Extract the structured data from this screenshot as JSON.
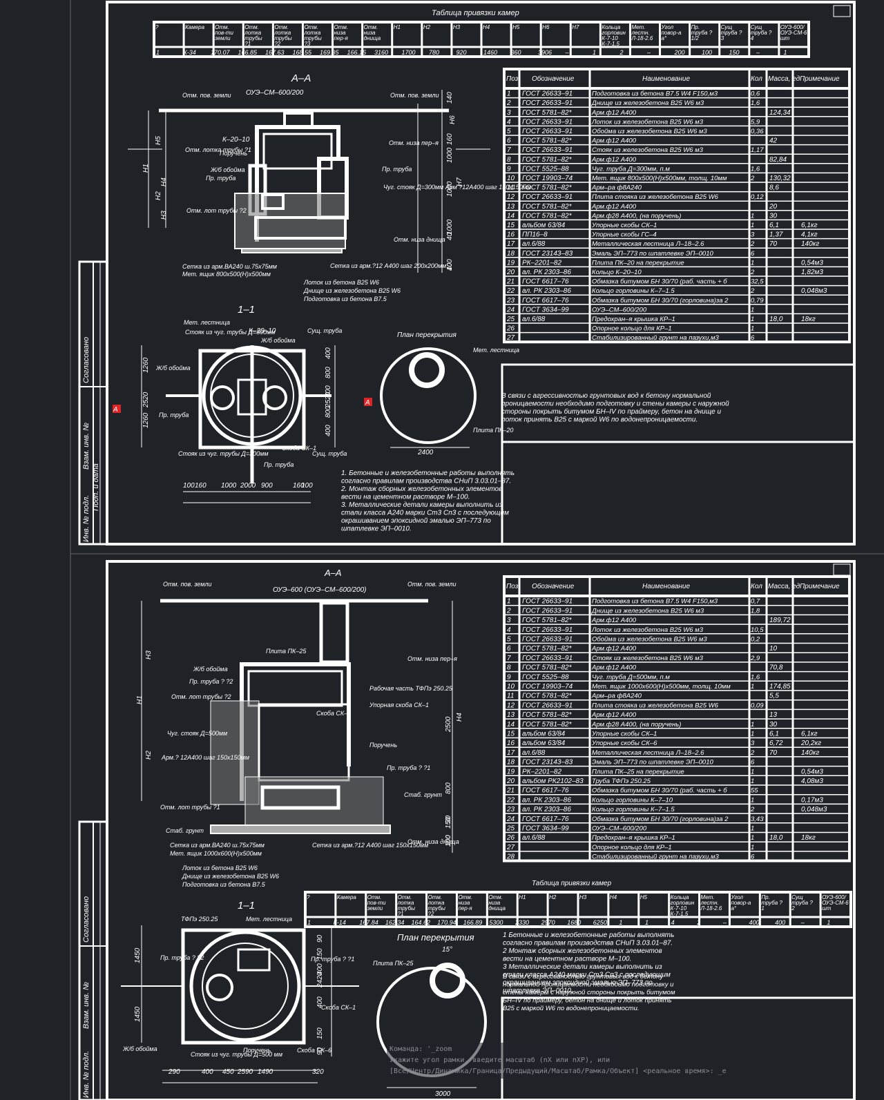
{
  "sheet1": {
    "binding_table": {
      "title": "Таблица привязки камер",
      "headers": [
        "?",
        "Камера",
        "Отм. пов-ти земли",
        "Отм. лотка трубы ?1",
        "Отм. лотка трубы ?2",
        "Отм. лотка трубы ?3",
        "Отм. низа пер-я",
        "Отм. низа днища",
        "H1",
        "H2",
        "H3",
        "H4",
        "H5",
        "H6",
        "H7",
        "Кольца горловины К-7-10 К-7-1.5",
        "Мет. лестн. Л-18-2.6",
        "Угол повор-а а°",
        "Пр. труба ? 1/2",
        "Сущ труба ? 3",
        "Сущ труба ? 4",
        "ОУЭ-600/ ОУЭ-СМ-600/200, шт"
      ],
      "row": [
        "1",
        "К-34",
        "170.07",
        "166.85",
        "167.63",
        "168.55",
        "169.35",
        "166.15",
        "3160",
        "1700",
        "780",
        "920",
        "1460",
        "360",
        "3906",
        "–",
        "1",
        "2",
        "–",
        "200",
        "100",
        "150",
        "–",
        "1"
      ]
    },
    "section_aa": "А–А",
    "section_11": "1–1",
    "plan_title": "План перекрытия",
    "labels": {
      "oue": "ОУЭ–СМ–600/200",
      "otm_pov_zemli": "Отм. пов. земли",
      "k2010": "К–20–10",
      "otm_lotka_truby1": "Отм. лотка трубы ?1",
      "otm_lotka_truby2": "Отм. лот трубы ?2",
      "poruchen": "Поручень",
      "zhb_oboima": "Ж/б обойма",
      "pr_truba": "Пр. труба",
      "pr_truba_q": "? ?2",
      "chug_stoyak": "Чуг. стояк Д=300мм Арм ?12А400 шаг 150х150мм",
      "otm_niza_perekr": "Отм. низа пер–я",
      "otm_niza_dnishcha": "Отм. низа днища",
      "setka1": "Сетка из арм.ВА240 ш.75х75мм",
      "met_yashchik": "Мет. ящик 800х500(Н)х500мм",
      "setka2": "Сетка из арм.?12 А400 шаг 200х200мм",
      "lotok": "Лоток из бетона В25 W6",
      "dnishche": "Днище из железобетона В25 W6",
      "podgotovka": "Подготовка из бетона В7.5",
      "met_lestnica": "Мет. лестница",
      "stoyak_chug": "Стояк из чуг. трубы Д=300мм",
      "sushch_truba": "Сущ. труба",
      "skoba": "Скоба СК–1",
      "plita": "Плита ПК–20",
      "h_labels": [
        "H1",
        "H2",
        "H3",
        "H4",
        "H5",
        "H6",
        "H7"
      ],
      "dims_bottom": [
        "100",
        "1000",
        "900",
        "100",
        "160",
        "2000",
        "160"
      ],
      "dims_side": [
        "1260",
        "2520",
        "1260"
      ],
      "dims_right": [
        "140",
        "160",
        "1000",
        "1000",
        "1000",
        "40",
        "40",
        "100"
      ],
      "dims_plan": [
        "2400"
      ],
      "dims_right_11": [
        "400",
        "800",
        "400",
        "800",
        "400",
        "2520"
      ]
    },
    "spec": {
      "headers": [
        "Поз",
        "Обозначение",
        "Наименование",
        "Кол",
        "Масса, ед. кг",
        "Примечание"
      ],
      "rows": [
        [
          "1",
          "ГОСТ 26633–91",
          "Подготовка из бетона В7.5 W4 F150,м3",
          "0,6",
          "",
          ""
        ],
        [
          "2",
          "ГОСТ 26633–91",
          "Днище из железобетона В25 W6 м3",
          "1,6",
          "",
          ""
        ],
        [
          "3",
          "ГОСТ 5781–82*",
          "Арм.ф12 А400",
          "",
          "124,34",
          ""
        ],
        [
          "4",
          "ГОСТ 26633–91",
          "Лоток из железобетона В25 W6 м3",
          "5,9",
          "",
          ""
        ],
        [
          "5",
          "ГОСТ 26633–91",
          "Обойма из железобетона В25 W6 м3",
          "0,36",
          "",
          ""
        ],
        [
          "6",
          "ГОСТ 5781–82*",
          "Арм.ф12 А400",
          "",
          "42",
          ""
        ],
        [
          "7",
          "ГОСТ 26633–91",
          "Стояк из железобетона В25 W6 м3",
          "1,17",
          "",
          ""
        ],
        [
          "8",
          "ГОСТ 5781–82*",
          "Арм.ф12 А400",
          "",
          "82,84",
          ""
        ],
        [
          "9",
          "ГОСТ 5525–88",
          "Чуг. труба Д=300мм, п.м",
          "1,6",
          "",
          ""
        ],
        [
          "10",
          "ГОСТ 19903–74",
          "Мет. ящик 800х500(Н)х500мм, толщ. 10мм",
          "2",
          "130,32",
          ""
        ],
        [
          "11",
          "ГОСТ 5781–82*",
          "Арм–ра ф8А240",
          "",
          "8,6",
          ""
        ],
        [
          "12",
          "ГОСТ 26633–91",
          "Плита стояка из железобетона В25 W6",
          "0,12",
          "",
          ""
        ],
        [
          "13",
          "ГОСТ 5781–82*",
          "Арм.ф12 А400",
          "",
          "20",
          ""
        ],
        [
          "14",
          "ГОСТ 5781–82*",
          "Арм.ф28 А400, (на поручень)",
          "1",
          "30",
          ""
        ],
        [
          "15",
          "альбом 63/84",
          "Упорные скобы СК–1",
          "1",
          "6,1",
          "6,1кг"
        ],
        [
          "16",
          "ПП16–8",
          "Упорные скобы ГС–4",
          "3",
          "1,37",
          "4,1кг"
        ],
        [
          "17",
          "ал.6/88",
          "Металлическая лестница Л–18–2.6",
          "2",
          "70",
          "140кг"
        ],
        [
          "18",
          "ГОСТ 23143–83",
          "Эмаль ЭП–773 по шпатлевке ЭП–0010",
          "6",
          "",
          ""
        ],
        [
          "19",
          "РК–2201–82",
          "Плита ПК–20 на перекрытие",
          "1",
          "",
          "0,54м3"
        ],
        [
          "20",
          "ал. РК 2303–86",
          "Кольцо К–20–10",
          "2",
          "",
          "1,82м3"
        ],
        [
          "21",
          "ГОСТ 6617–76",
          "Обмазка битумом БН 30/70 (раб. часть + берма)за 2 разa, м",
          "32,5",
          "",
          ""
        ],
        [
          "22",
          "ал. РК 2303–86",
          "Кольцо горловины К–7–1.5",
          "2",
          "",
          "0,048м3"
        ],
        [
          "23",
          "ГОСТ 6617–76",
          "Обмазка битумом БН 30/70 (горловина)за 2 раза, м",
          "0,79",
          "",
          ""
        ],
        [
          "24",
          "ГОСТ 3634–99",
          "ОУЭ–СМ–600/200",
          "1",
          "",
          ""
        ],
        [
          "25",
          "ал.6/88",
          "Предохран–я крышка КР–1",
          "1",
          "18,0",
          "18кг"
        ],
        [
          "26",
          "",
          "Опорное кольцо для КР–1",
          "1",
          "",
          ""
        ],
        [
          "27",
          "",
          "Стабилизированный грунт на пазухи,м3",
          "6",
          "",
          ""
        ]
      ]
    },
    "note_right": [
      "В связи с агрессивностью грунтовых вод к бетону нормальной",
      "проницаемости необходимо подготовку и стены камеры с наружной",
      "стороны покрыть битумом БН–IV по праймеру, бетон на днище и",
      "лоток принять В25 с маркой W6 по водонепроницаемости."
    ],
    "notes": [
      "1. Бетонные и железобетонные работы выполнять",
      "согласно правилам производства СНиП 3.03.01–87.",
      "2. Монтаж сборных железобетонных элементов",
      "вести на цементном растворе М–100.",
      "3. Металлические детали камеры выполнить из",
      "стали класса А240 марки Ст3 Сп3 с последующим",
      "окрашиванием эпоксидной эмалью ЭП–773 по",
      "шпатлевке ЭП–0010."
    ]
  },
  "sheet2": {
    "section_aa": "А–А",
    "section_11": "1–1",
    "plan_title": "План перекрытия",
    "labels": {
      "oue": "ОУЭ–600 (ОУЭ–СМ–600/200)",
      "otm_pov_zemli": "Отм. пов. земли",
      "plita": "Плита ПК–25",
      "zhb_oboima": "Ж/б обойма",
      "pr_truba": "Пр. труба ? ?2",
      "otm_lotka": "Отм. лот трубы ?2",
      "rabochaya": "Рабочая часть ТФПэ 250.25",
      "upornaya": "Упорная скоба СК–1",
      "skoba6": "Скоба СК–6",
      "poruchen": "Поручень",
      "chug_stoyak": "Чуг. стояк Д=500мм",
      "arm": "Арм.? 12А400 шаг 150х150мм",
      "pr_truba1": "Пр. труба ? ?1",
      "stab_grunt": "Стаб. грунт",
      "otm_niza": "Отм. низа пер–я",
      "otm_lotka1": "Отм. лот трубы ?1",
      "setka1": "Сетка из арм.ВА240 ш.75х75мм",
      "met_yashchik": "Мет. ящик 1000х600(Н)х500мм",
      "setka2": "Сетка из арм.?12 А400 шаг 150х150мм",
      "otm_niza_dnishcha": "Отм. низа днища",
      "lotok": "Лоток из бетона В25 W6",
      "dnishche": "Днище из железобетона В25 W6",
      "podgotovka": "Подготовка из бетона В7.5",
      "tfpe": "ТФПэ 250.25",
      "met_lestnica": "Мет. лестница",
      "stoyak": "Стояк из чуг. трубы Д=500 мм",
      "skoba1": "Скоба СК–1",
      "h_labels": [
        "H3",
        "H1",
        "H2",
        "H4"
      ],
      "dims_bottom": [
        "290",
        "400",
        "450",
        "1490",
        "320",
        "2590"
      ],
      "dims_side": [
        "1450",
        "1450"
      ],
      "dims_right": [
        "2500",
        "800",
        "30",
        "150",
        "100",
        "100"
      ],
      "dims_right_11": [
        "90",
        "150",
        "400",
        "2420",
        "400",
        "150",
        "90"
      ],
      "plan_angle": "15°",
      "plan_dim": "3000"
    },
    "spec": {
      "headers": [
        "Поз",
        "Обозначение",
        "Наименование",
        "Кол",
        "Масса, ед. кг",
        "Примечание"
      ],
      "rows": [
        [
          "1",
          "ГОСТ 26633–91",
          "Подготовка из бетона В7.5 W4 F150,м3",
          "0,7",
          "",
          ""
        ],
        [
          "2",
          "ГОСТ 26633–91",
          "Днище из железобетона В25 W6 м3",
          "1,8",
          "",
          ""
        ],
        [
          "3",
          "ГОСТ 5781–82*",
          "Арм.ф12 А400",
          "",
          "189,72",
          ""
        ],
        [
          "4",
          "ГОСТ 26633–91",
          "Лоток из железобетона В25 W6 м3",
          "10,5",
          "",
          ""
        ],
        [
          "5",
          "ГОСТ 26633–91",
          "Обойма из железобетона В25 W6 м3",
          "0,2",
          "",
          ""
        ],
        [
          "6",
          "ГОСТ 5781–82*",
          "Арм.ф12 А400",
          "",
          "10",
          ""
        ],
        [
          "7",
          "ГОСТ 26633–91",
          "Стояк из железобетона В25 W6 м3",
          "2,9",
          "",
          ""
        ],
        [
          "8",
          "ГОСТ 5781–82*",
          "Арм.ф12 А400",
          "",
          "70,8",
          ""
        ],
        [
          "9",
          "ГОСТ 5525–88",
          "Чуг. труба Д=500мм, п.м",
          "1,6",
          "",
          ""
        ],
        [
          "10",
          "ГОСТ 19903–74",
          "Мет. ящик 1000х600(Н)х500мм, толщ. 10мм",
          "1",
          "174,85",
          ""
        ],
        [
          "11",
          "ГОСТ 5781–82*",
          "Арм–ра ф8А240",
          "",
          "5,5",
          ""
        ],
        [
          "12",
          "ГОСТ 26633–91",
          "Плита стояка из железобетона В25 W6",
          "0,09",
          "",
          ""
        ],
        [
          "13",
          "ГОСТ 5781–82*",
          "Арм.ф12 А400",
          "",
          "13",
          ""
        ],
        [
          "14",
          "ГОСТ 5781–82*",
          "Арм.ф28 А400, (на поручень)",
          "1",
          "30",
          ""
        ],
        [
          "15",
          "альбом 63/84",
          "Упорные скобы СК–1",
          "1",
          "6,1",
          "6,1кг"
        ],
        [
          "16",
          "альбом 63/84",
          "Упорные скобы СК–6",
          "3",
          "6,72",
          "20,2кг"
        ],
        [
          "17",
          "ал.6/88",
          "Металлическая лестница Л–18–2.6",
          "2",
          "70",
          "140кг"
        ],
        [
          "18",
          "ГОСТ 23143–83",
          "Эмаль ЭП–773 по шпатлевке ЭП–0010",
          "6",
          "",
          ""
        ],
        [
          "19",
          "РК–2201–82",
          "Плита ПК–25 на перекрытие",
          "1",
          "",
          "0,54м3"
        ],
        [
          "20",
          "альбом РК2102–83",
          "Труба ТФПэ 250.25",
          "1",
          "",
          "4,08м3"
        ],
        [
          "21",
          "ГОСТ 6617–76",
          "Обмазка битумом БН 30/70 (раб. часть + берма)за 2 разa, м",
          "55",
          "",
          ""
        ],
        [
          "22",
          "ал. РК 2303–86",
          "Кольцо горловины К–7–10",
          "1",
          "",
          "0,17м3"
        ],
        [
          "23",
          "ал. РК 2303–86",
          "Кольцо горловины К–7–1.5",
          "2",
          "",
          "0,048м3"
        ],
        [
          "24",
          "ГОСТ 6617–76",
          "Обмазка битумом БН 30/70 (горловина)за 2 раза, м",
          "3,43",
          "",
          ""
        ],
        [
          "25",
          "ГОСТ 3634–99",
          "ОУЭ–СМ–600/200",
          "1",
          "",
          ""
        ],
        [
          "26",
          "ал.6/88",
          "Предохран–я крышка КР–1",
          "1",
          "18,0",
          "18кг"
        ],
        [
          "27",
          "",
          "Опорное кольцо для КР–1",
          "1",
          "",
          ""
        ],
        [
          "28",
          "",
          "Стабилизированный грунт на пазухи,м3",
          "6",
          "",
          ""
        ]
      ]
    },
    "binding_table": {
      "title": "Таблица привязки камер",
      "headers": [
        "?",
        "Камера",
        "Отм. пов-ти земли",
        "Отм. лотка трубы ?1",
        "Отм. лотка трубы ?2",
        "Отм. низа пер-я",
        "Отм. низа днища",
        "H1",
        "H2",
        "H3",
        "H4",
        "H5",
        "Кольца горловины К-7-10 К-7-1.5",
        "Мет. лестн. Л-18-2.6",
        "Угол повор-а а°",
        "Пр. труба ? 1",
        "Сущ труба ? 2",
        "ОУЭ-600/ ОУЭ-СМ-600/200, шт"
      ],
      "row": [
        "1",
        "К-14",
        "167.84",
        "162.34",
        "164.62",
        "170.94",
        "166.89",
        "5300",
        "2330",
        "2970",
        "1680",
        "6250",
        "1",
        "1",
        "4",
        "2",
        "–",
        "400",
        "400",
        "–",
        "1"
      ]
    },
    "notes": [
      "1 Бетонные и железобетонные работы выполнять",
      "согласно правилам производства СНиП 3.03.01–87.",
      "2 Монтаж сборных железобетонных элементов",
      "вести на цементном растворе М–100.",
      "3 Металлические детали камеры выполнить из",
      "стали класса А240 марки Ст3 Сп3 с последующим",
      "окрашиванием эпоксидной эмалью ЭП–773 по",
      "шпатлевке ЭП–0010."
    ],
    "note_right": [
      "В связи с агрессивностью грунтовых вод к бетону",
      "нормальной проницаемости необходимо подготовку и",
      "стены камеры с наружной стороны покрыть битумом",
      "БН–IV по праймеру, бетон на днище и лоток принять",
      "В25 с маркой W6 по водонепроницаемости."
    ]
  },
  "side_stamp": [
    "Согласовано",
    "Взам. инв. №",
    "Подп. и дата",
    "Инв. № подл."
  ],
  "command_line": [
    "Команда: '_zoom",
    "Укажите угол рамки, введите масштаб (nX или nXP), или",
    "[Все/Центр/Динамика/Граница/Предыдущий/Масштаб/Рамка/Объект] <реальное время>: _e"
  ],
  "colors": {
    "background": "#1f2328",
    "line": "#ffffff",
    "grip": "#e02424"
  }
}
